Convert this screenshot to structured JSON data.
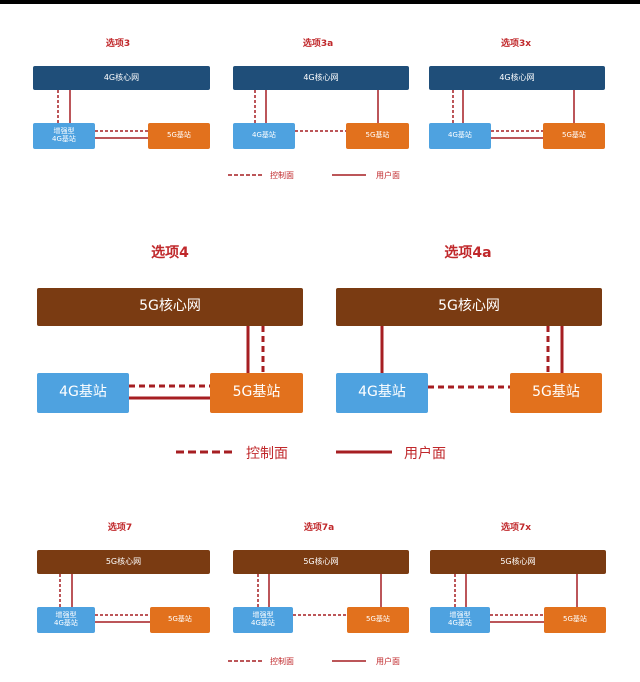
{
  "top_section": {
    "option3": {
      "title": "选项3",
      "core": "4G核心网",
      "enb": "增强型\n4G基站",
      "gnb": "5G基站"
    },
    "option3a": {
      "title": "选项3a",
      "core": "4G核心网",
      "enb": "4G基站",
      "gnb": "5G基站"
    },
    "option3x": {
      "title": "选项3x",
      "core": "4G核心网",
      "enb": "4G基站",
      "gnb": "5G基站"
    },
    "legend": {
      "control": "控制面",
      "user": "用户面"
    }
  },
  "middle_section": {
    "option4": {
      "title": "选项4",
      "core": "5G核心网",
      "enb": "4G基站",
      "gnb": "5G基站"
    },
    "option4a": {
      "title": "选项4a",
      "core": "5G核心网",
      "enb": "4G基站",
      "gnb": "5G基站"
    },
    "legend": {
      "control": "控制面",
      "user": "用户面"
    }
  },
  "bottom_section": {
    "option7": {
      "title": "选项7",
      "core": "5G核心网",
      "enb": "增强型\n4G基站",
      "gnb": "5G基站"
    },
    "option7a": {
      "title": "选项7a",
      "core": "5G核心网",
      "enb": "增强型\n4G基站",
      "gnb": "5G基站"
    },
    "option7x": {
      "title": "选项7x",
      "core": "5G核心网",
      "enb": "增强型\n4G基站",
      "gnb": "5G基站"
    },
    "legend": {
      "control": "控制面",
      "user": "用户面"
    }
  },
  "colors": {
    "line": "#a61e22",
    "core_4g": "#1f4e79",
    "core_5g": "#7a3b12",
    "enb": "#4ea2e0",
    "gnb": "#e2711d",
    "title": "#c0282b"
  }
}
